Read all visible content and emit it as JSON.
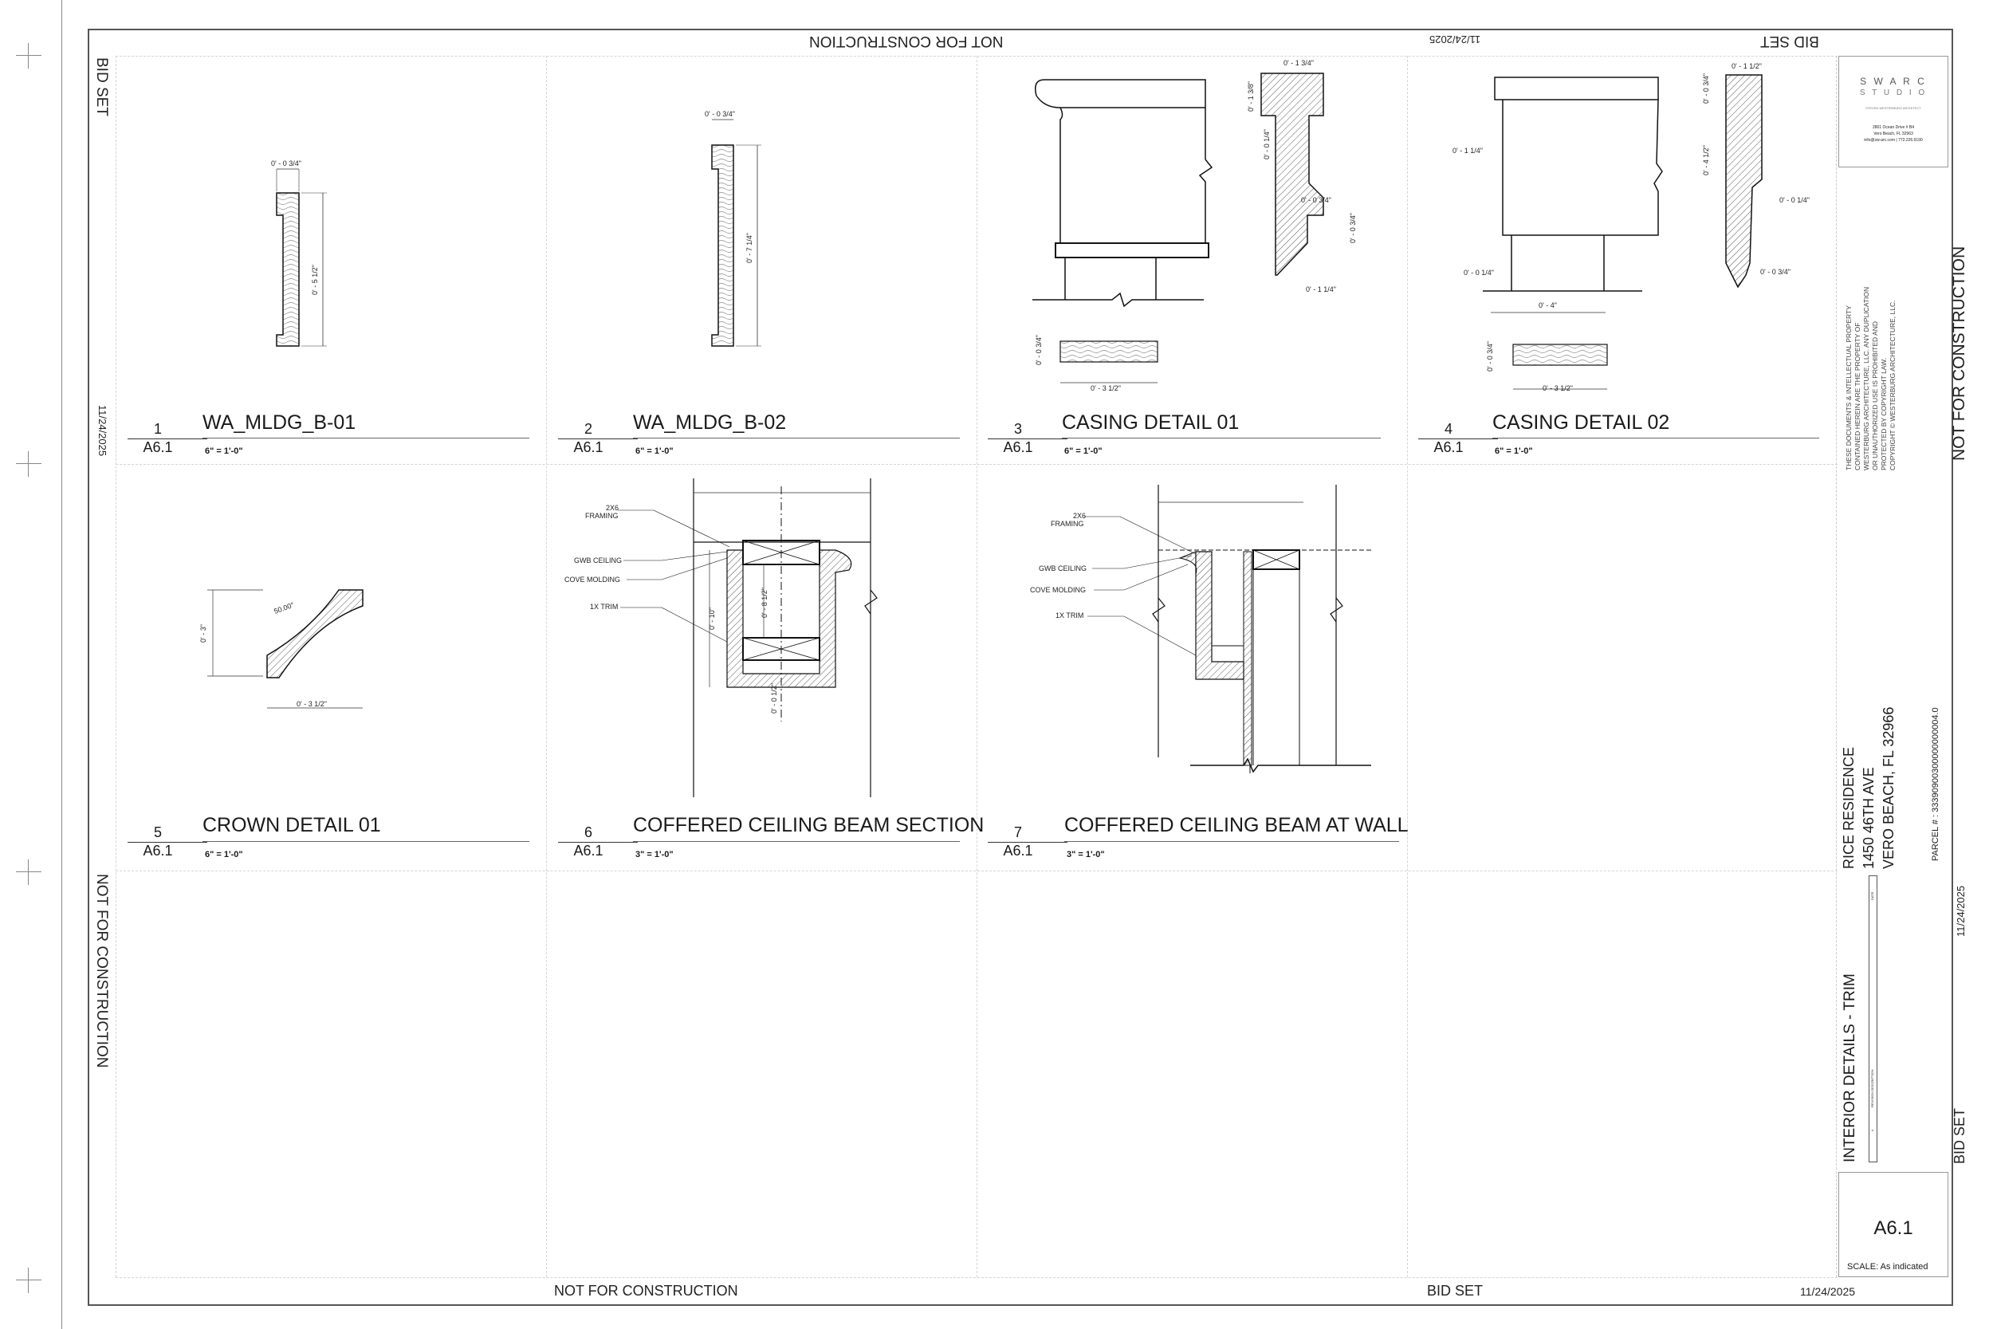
{
  "sheet": {
    "top_center_rotated": "NOT FOR CONSTRUCTION",
    "top_date_rotated": "11/24/2025",
    "top_right_rotated": "BID SET",
    "left_top": "BID SET",
    "left_date": "11/24/2025",
    "left_bottom": "NOT FOR CONSTRUCTION",
    "bottom_center": "NOT FOR CONSTRUCTION",
    "bottom_bidset": "BID SET",
    "bottom_date": "11/24/2025",
    "right_top": "NOT FOR CONSTRUCTION",
    "right_date": "11/24/2025",
    "right_bottom": "BID SET"
  },
  "title_block": {
    "logo_line1": "S W A R C",
    "logo_line2": "S T U D I O",
    "logo_tag": "STEVEN WESTERBURG ARCHITECT",
    "address1": "2801 Ocean Drive # B4",
    "address2": "Vero Beach, FL 32963",
    "address3": "info@sw-arc.com | 772.226.9190",
    "copyright": [
      "THESE DOCUMENTS & INTELLECTUAL PROPERTY",
      "CONTAINED HEREIN ARE THE PROPERTY OF",
      "WESTERBURG ARCHITECTURE, LLC. ANY DUPLICATION",
      "OR UNAUTHORIZED USE IS PROHIBITED AND",
      "PROTECTED BY COPYRIGHT LAW.",
      "COPYRIGHT © WESTERBURG ARCHITECTURE, LLC."
    ],
    "project_name": "RICE RESIDENCE",
    "project_address1": "1450 46TH AVE",
    "project_address2": "VERO BEACH, FL 32966",
    "parcel": "PARCEL # :  33390900300000000004.0",
    "sheet_title": "INTERIOR DETAILS - TRIM",
    "rev_header_num": "#",
    "rev_header_desc": "REVISION DESCRIPTION",
    "rev_header_date": "DATE",
    "sheet_number": "A6.1",
    "scale": "SCALE: As indicated"
  },
  "details": [
    {
      "num": "1",
      "sheet": "A6.1",
      "title": "WA_MLDG_B-01",
      "scale": "6\" = 1'-0\""
    },
    {
      "num": "2",
      "sheet": "A6.1",
      "title": "WA_MLDG_B-02",
      "scale": "6\" = 1'-0\""
    },
    {
      "num": "3",
      "sheet": "A6.1",
      "title": "CASING DETAIL 01",
      "scale": "6\" = 1'-0\""
    },
    {
      "num": "4",
      "sheet": "A6.1",
      "title": "CASING DETAIL 02",
      "scale": "6\" = 1'-0\""
    },
    {
      "num": "5",
      "sheet": "A6.1",
      "title": "CROWN DETAIL 01",
      "scale": "6\" = 1'-0\""
    },
    {
      "num": "6",
      "sheet": "A6.1",
      "title": "COFFERED CEILING BEAM SECTION",
      "scale": "3\" = 1'-0\""
    },
    {
      "num": "7",
      "sheet": "A6.1",
      "title": "COFFERED CEILING BEAM  AT WALL",
      "scale": "3\" = 1'-0\""
    }
  ],
  "dims": {
    "d1_w": "0' - 0 3/4\"",
    "d1_h": "0' - 5 1/2\"",
    "d2_w": "0' - 0 3/4\"",
    "d2_h": "0' - 7 1/4\"",
    "d3_a": "0' - 1 3/4\"",
    "d3_b": "0' - 1 3/8\"",
    "d3_c": "0' - 0 1/4\"",
    "d3_d": "0' - 0 3/4\"",
    "d3_e": "0' - 0 3/4\"",
    "d3_f": "0' - 1 1/4\"",
    "d3_g": "0' - 0 3/4\"",
    "d3_h": "0' - 3 1/2\"",
    "d4_a": "0' - 1 1/2\"",
    "d4_b": "0' - 0 3/4\"",
    "d4_c": "0' - 4 1/2\"",
    "d4_d": "0' - 1 1/4\"",
    "d4_e": "0' - 0 1/4\"",
    "d4_f": "0' - 0 1/4\"",
    "d4_g": "0' - 0 3/4\"",
    "d4_h": "0' - 4\"",
    "d4_i": "0' - 0 3/4\"",
    "d4_j": "0' - 3 1/2\"",
    "d5_angle": "50.00°",
    "d5_h": "0' - 3\"",
    "d5_w": "0' - 3 1/2\"",
    "d6_a": "0' - 10\"",
    "d6_b": "0' - 8 1/2\"",
    "d6_c": "0' - 0 1/2\""
  },
  "notes": {
    "framing1": "2X6",
    "framing2": "FRAMING",
    "gwb": "GWB CEILING",
    "cove": "COVE MOLDING",
    "trim": "1X TRIM"
  }
}
